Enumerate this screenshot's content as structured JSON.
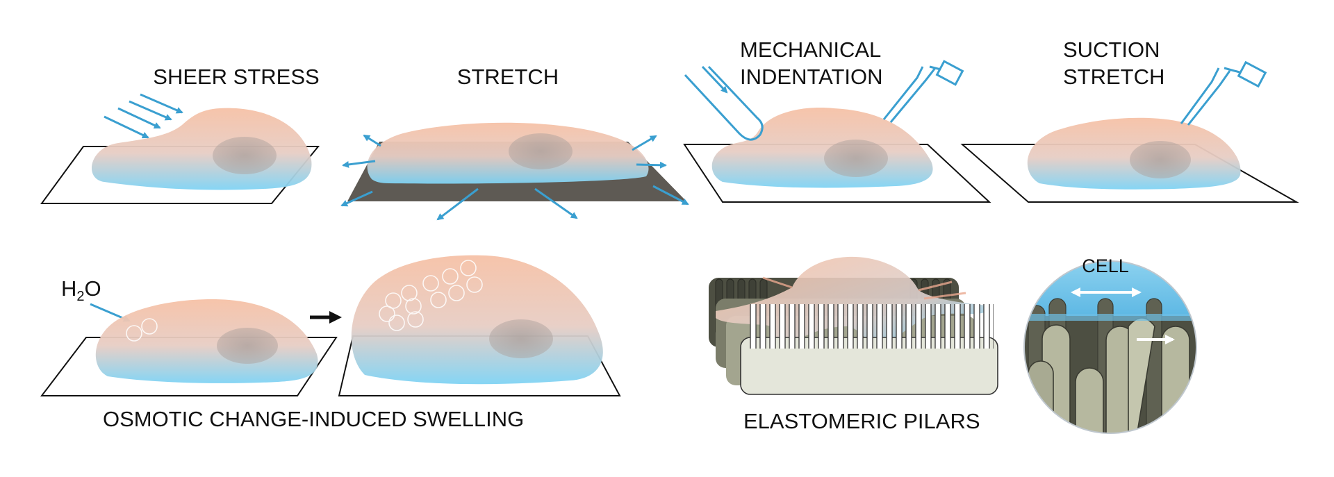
{
  "labels": {
    "sheer_stress": "SHEER STRESS",
    "stretch": "STRETCH",
    "mechanical": "MECHANICAL",
    "indentation": "INDENTATION",
    "suction": "SUCTION",
    "suction_stretch": "STRETCH",
    "h2o_h": "H",
    "h2o_sub": "2",
    "h2o_o": "O",
    "osmotic": "OSMOTIC CHANGE-INDUCED SWELLING",
    "pilars": "ELASTOMERIC PILARS",
    "cell": "CELL"
  },
  "colors": {
    "cell_top": "#f4b89c",
    "cell_bottom": "#6fcdf2",
    "arrow_blue": "#3a9fd0",
    "substrate_dark": "#5e5a54",
    "pillar_dark": "#4d4f42",
    "pillar_light": "#c9cbb7",
    "outline": "#111111"
  }
}
